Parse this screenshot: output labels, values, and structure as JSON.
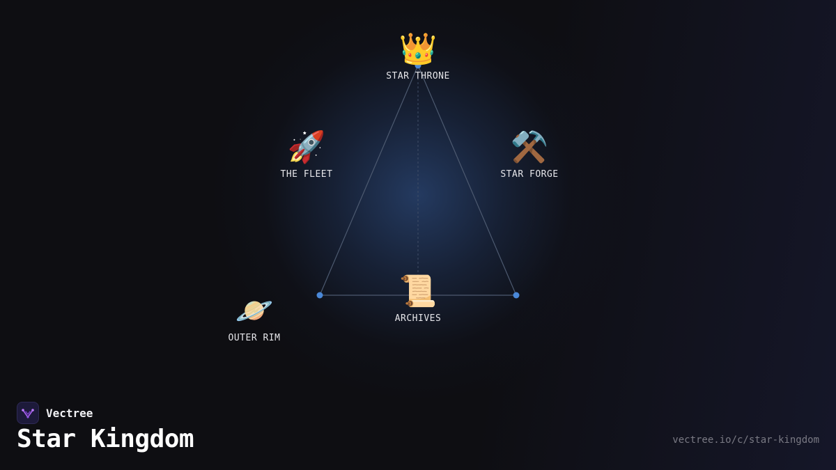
{
  "diagram": {
    "nodes": [
      {
        "id": "star-throne",
        "label": "STAR THRONE",
        "icon": "👑",
        "icon_name": "crown-icon"
      },
      {
        "id": "the-fleet",
        "label": "THE FLEET",
        "icon": "🚀",
        "icon_name": "rocket-icon"
      },
      {
        "id": "star-forge",
        "label": "STAR FORGE",
        "icon": "⚒️",
        "icon_name": "hammer-pick-icon"
      },
      {
        "id": "archives",
        "label": "ARCHIVES",
        "icon": "📜",
        "icon_name": "scroll-icon"
      },
      {
        "id": "outer-rim",
        "label": "OUTER RIM",
        "icon": "🪐",
        "icon_name": "ringed-planet-icon"
      }
    ],
    "colors": {
      "edge": "#5a6a85",
      "dot": "#4a88d8",
      "glow": "#28426e"
    }
  },
  "brand": {
    "name": "Vectree",
    "logo_icon": "vectree-logo-icon"
  },
  "title": "Star Kingdom",
  "url": "vectree.io/c/star-kingdom"
}
